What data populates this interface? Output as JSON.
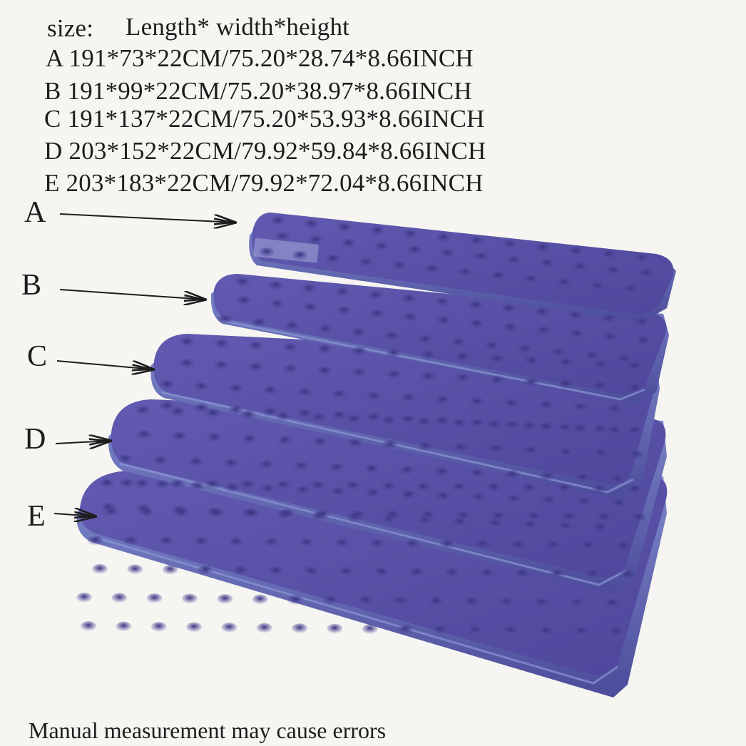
{
  "header": {
    "size_label": "size:",
    "dimension_order": "Length* width*height"
  },
  "sizes": [
    {
      "letter": "A",
      "spec": "A 191*73*22CM/75.20*28.74*8.66INCH"
    },
    {
      "letter": "B",
      "spec": "B 191*99*22CM/75.20*38.97*8.66INCH"
    },
    {
      "letter": "C",
      "spec": "C 191*137*22CM/75.20*53.93*8.66INCH"
    },
    {
      "letter": "D",
      "spec": "D 203*152*22CM/79.92*59.84*8.66INCH"
    },
    {
      "letter": "E",
      "spec": "E 203*183*22CM/79.92*72.04*8.66INCH"
    }
  ],
  "footer": "Manual measurement may cause errors",
  "colors": {
    "background": "#f6f5f1",
    "mattress_top": "#5b54a8",
    "mattress_side": "#6f7ac0",
    "mattress_shadow": "#3c367e",
    "text": "#1d1d1d"
  }
}
